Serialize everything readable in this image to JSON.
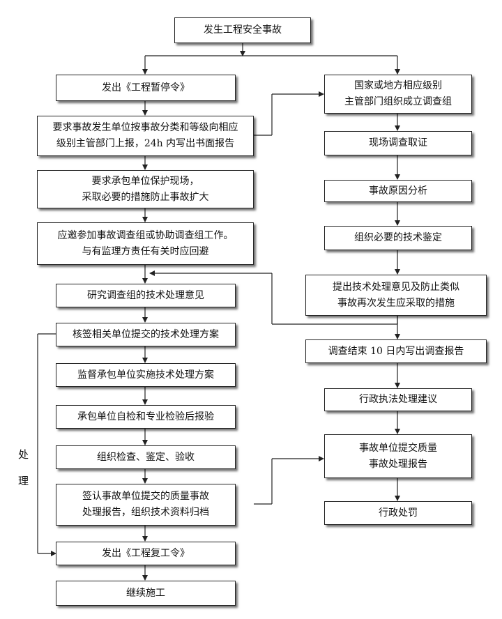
{
  "flowchart": {
    "top": "发生工程安全事故",
    "left": {
      "stop_order": "发出《工程暂停令》",
      "report_l1": "要求事故发生单位按事故分类和等级向相应",
      "report_l2": "级别主管部门上报，24h 内写出书面报告",
      "protect_l1": "要求承包单位保护现场，",
      "protect_l2": "采取必要的措施防止事故扩大",
      "join_l1": "应邀参加事故调查组或协助调查组工作。",
      "join_l2": "与有监理方责任有关时应回避",
      "study": "研究调查组的技术处理意见",
      "countersign": "核签相关单位提交的技术处理方案",
      "supervise": "监督承包单位实施技术处理方案",
      "selfcheck": "承包单位自检和专业检验后报验",
      "inspect": "组织检查、鉴定、验收",
      "sign_l1": "签认事故单位提交的质量事故",
      "sign_l2": "处理报告，组织技术资料归档",
      "resume": "发出《工程复工令》",
      "continue": "继续施工"
    },
    "right": {
      "group_l1": "国家或地方相应级别",
      "group_l2": "主管部门组织成立调查组",
      "evidence": "现场调查取证",
      "cause": "事故原因分析",
      "appraisal": "组织必要的技术鉴定",
      "measures_l1": "提出技术处理意见及防止类似",
      "measures_l2": "事故再次发生应采取的措施",
      "report10": "调查结束 10 日内写出调查报告",
      "admin_advice": "行政执法处理建议",
      "quality_l1": "事故单位提交质量",
      "quality_l2": "事故处理报告",
      "penalty": "行政处罚"
    },
    "side_label": [
      "处",
      "理"
    ]
  }
}
